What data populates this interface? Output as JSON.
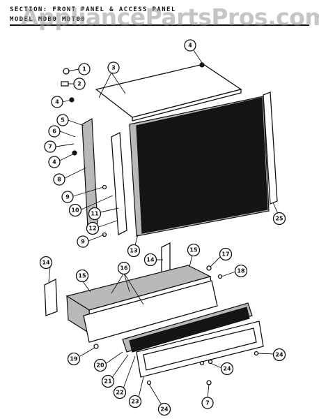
{
  "header": {
    "section_line": "SECTION:  FRONT PANEL & ACCESS PANEL",
    "model_line": "MODEL  MDB0      MDT00",
    "watermark": "AppliancePartsPros.com"
  },
  "diagram": {
    "callouts": [
      {
        "id": "c1a",
        "label": "1"
      },
      {
        "id": "c2",
        "label": "2"
      },
      {
        "id": "c3",
        "label": "3"
      },
      {
        "id": "c4a",
        "label": "4"
      },
      {
        "id": "c4b",
        "label": "4"
      },
      {
        "id": "c4c",
        "label": "4"
      },
      {
        "id": "c5",
        "label": "5"
      },
      {
        "id": "c6",
        "label": "6"
      },
      {
        "id": "c7a",
        "label": "7"
      },
      {
        "id": "c7b",
        "label": "7"
      },
      {
        "id": "c8",
        "label": "8"
      },
      {
        "id": "c9a",
        "label": "9"
      },
      {
        "id": "c9b",
        "label": "9"
      },
      {
        "id": "c10",
        "label": "10"
      },
      {
        "id": "c11",
        "label": "11"
      },
      {
        "id": "c12",
        "label": "12"
      },
      {
        "id": "c13",
        "label": "13"
      },
      {
        "id": "c14a",
        "label": "14"
      },
      {
        "id": "c14b",
        "label": "14"
      },
      {
        "id": "c15a",
        "label": "15"
      },
      {
        "id": "c15b",
        "label": "15"
      },
      {
        "id": "c16",
        "label": "16"
      },
      {
        "id": "c17",
        "label": "17"
      },
      {
        "id": "c18",
        "label": "18"
      },
      {
        "id": "c19",
        "label": "19"
      },
      {
        "id": "c20",
        "label": "20"
      },
      {
        "id": "c21",
        "label": "21"
      },
      {
        "id": "c22",
        "label": "22"
      },
      {
        "id": "c23",
        "label": "23"
      },
      {
        "id": "c24a",
        "label": "24"
      },
      {
        "id": "c24b",
        "label": "24"
      },
      {
        "id": "c24c",
        "label": "24"
      },
      {
        "id": "c25",
        "label": "25"
      }
    ]
  }
}
